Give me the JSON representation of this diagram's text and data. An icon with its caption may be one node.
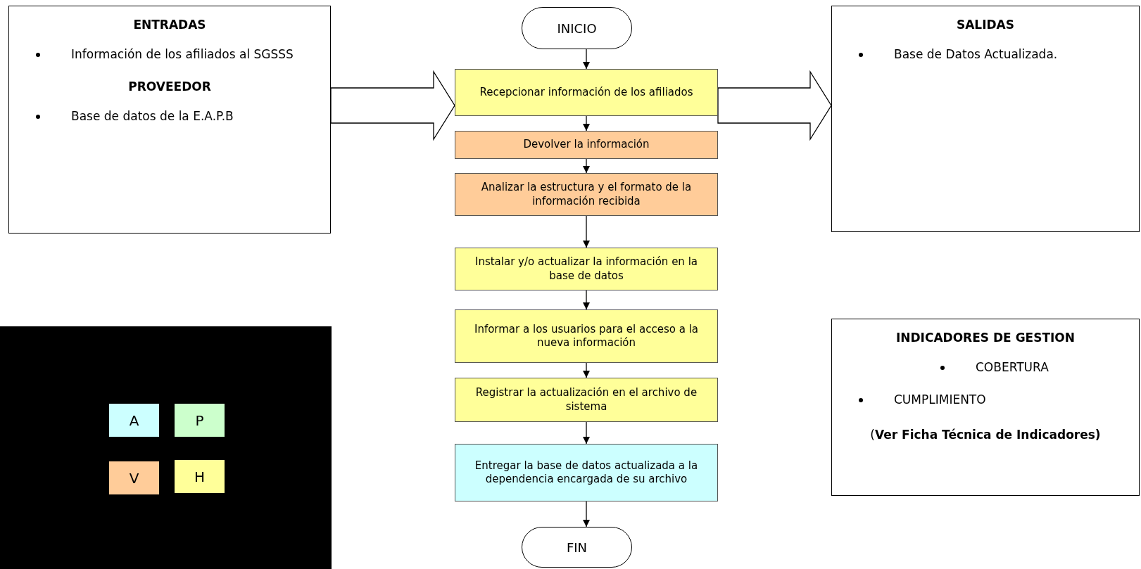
{
  "diagram": {
    "nodes": [
      {
        "text": [
          "ENTRADAS",
          "Información de los afiliados al SGSSS",
          "PROVEEDOR",
          "Base de datos de la E.A.P.B"
        ]
      },
      {
        "text": [
          "INICIO"
        ]
      },
      {
        "text": [
          "Recepcionar información de los afiliados"
        ]
      },
      {
        "text": [
          "Devolver la información"
        ]
      },
      {
        "text": [
          "Analizar la estructura y el formato de la información recibida"
        ]
      },
      {
        "text": [
          "Instalar y/o actualizar la información en la base de datos"
        ]
      },
      {
        "text": [
          "Informar a los usuarios para el acceso a la nueva información"
        ]
      },
      {
        "text": [
          "Registrar la actualización en el archivo de sistema"
        ]
      },
      {
        "text": [
          "Entregar la base de datos actualizada a la dependencia encargada de su archivo"
        ]
      },
      {
        "text": [
          "FIN"
        ]
      },
      {
        "text": [
          "SALIDAS",
          "Base de Datos Actualizada."
        ]
      },
      {
        "text": [
          "INDICADORES DE GESTION",
          "COBERTURA",
          "CUMPLIMIENTO",
          "(**Ver Ficha Técnica de Indicadores)**"
        ]
      }
    ],
    "edges": [
      {
        "from": 0,
        "to": 2,
        "arrow": "to",
        "style": "thick"
      },
      {
        "from": 2,
        "to": 10,
        "arrow": "to",
        "style": "thick"
      },
      {
        "from": 1,
        "to": 2,
        "arrow": "to"
      },
      {
        "from": 2,
        "to": 3,
        "arrow": "to"
      },
      {
        "from": 3,
        "to": 4,
        "arrow": "to"
      },
      {
        "from": 4,
        "to": 5,
        "arrow": "to"
      },
      {
        "from": 5,
        "to": 6,
        "arrow": "to"
      },
      {
        "from": 6,
        "to": 7,
        "arrow": "to"
      },
      {
        "from": 7,
        "to": 8,
        "arrow": "to"
      },
      {
        "from": 8,
        "to": 9,
        "arrow": "to"
      }
    ],
    "legend": [
      {
        "text": "A",
        "color": "#ccffff"
      },
      {
        "text": "P",
        "color": "#ccffcc"
      },
      {
        "text": "V",
        "color": "#ffcc99"
      },
      {
        "text": "H",
        "color": "#ffff99"
      }
    ]
  }
}
